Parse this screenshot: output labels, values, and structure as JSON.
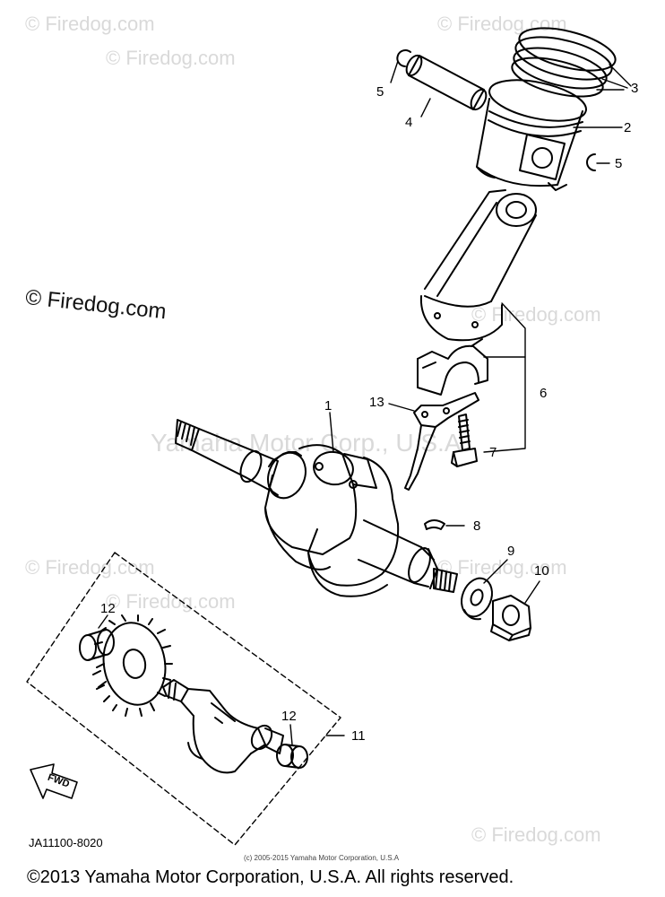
{
  "watermarks": {
    "corner": "© Firedog.com",
    "main": "© Firedog.com",
    "center": "Yamaha Motor Corp., U.S.A."
  },
  "callouts": {
    "c1": "1",
    "c2": "2",
    "c3": "3",
    "c4": "4",
    "c5a": "5",
    "c5b": "5",
    "c6": "6",
    "c7": "7",
    "c8": "8",
    "c9": "9",
    "c10": "10",
    "c11": "11",
    "c12a": "12",
    "c12b": "12",
    "c13": "13"
  },
  "fwd_label": "FWD",
  "diagram_code": "JA11100-8020",
  "small_copyright": "(c) 2005-2015 Yamaha Motor Corporation, U.S.A",
  "copyright": "©2013 Yamaha Motor Corporation, U.S.A. All rights reserved."
}
